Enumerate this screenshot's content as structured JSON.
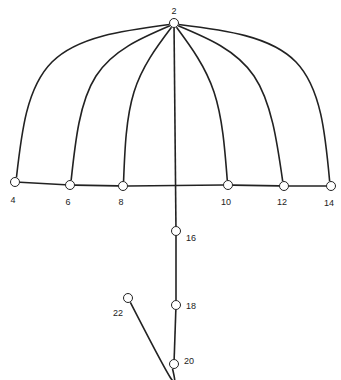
{
  "diagram": {
    "nodes": [
      {
        "text": [
          "2"
        ]
      },
      {
        "text": [
          "4"
        ]
      },
      {
        "text": [
          "6"
        ]
      },
      {
        "text": [
          "8"
        ]
      },
      {
        "text": [
          "10"
        ]
      },
      {
        "text": [
          "12"
        ]
      },
      {
        "text": [
          "14"
        ]
      },
      {
        "text": [
          "16"
        ]
      },
      {
        "text": [
          "18"
        ]
      },
      {
        "text": [
          "20"
        ]
      },
      {
        "text": [
          "22"
        ]
      }
    ],
    "edges": [
      {
        "from": 0,
        "to": 1,
        "arrow": "none"
      },
      {
        "from": 0,
        "to": 2,
        "arrow": "none"
      },
      {
        "from": 0,
        "to": 3,
        "arrow": "none"
      },
      {
        "from": 0,
        "to": 4,
        "arrow": "none"
      },
      {
        "from": 0,
        "to": 5,
        "arrow": "none"
      },
      {
        "from": 0,
        "to": 6,
        "arrow": "none"
      },
      {
        "from": 0,
        "to": 7,
        "arrow": "none"
      },
      {
        "from": 1,
        "to": 2,
        "arrow": "none"
      },
      {
        "from": 2,
        "to": 3,
        "arrow": "none"
      },
      {
        "from": 3,
        "to": 4,
        "arrow": "none"
      },
      {
        "from": 4,
        "to": 5,
        "arrow": "none"
      },
      {
        "from": 5,
        "to": 6,
        "arrow": "none"
      },
      {
        "from": 7,
        "to": 8,
        "arrow": "none"
      },
      {
        "from": 8,
        "to": 9,
        "arrow": "none"
      },
      {
        "from": 9,
        "to": 10,
        "arrow": "none"
      }
    ]
  }
}
